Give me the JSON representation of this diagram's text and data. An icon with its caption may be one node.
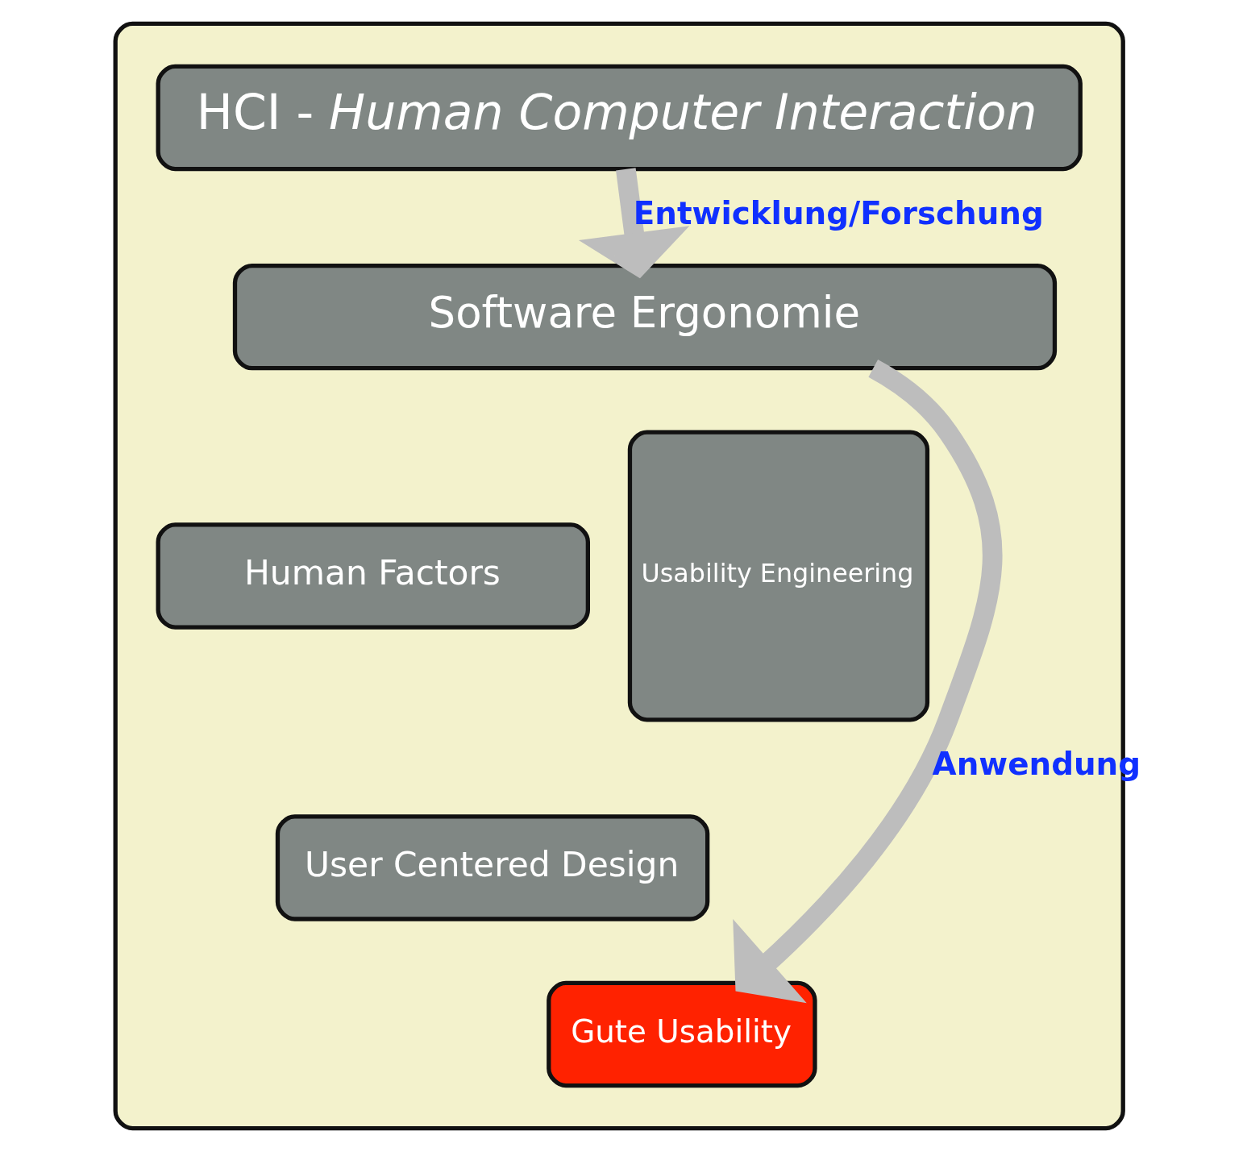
{
  "diagram": {
    "nodes": [
      {
        "text": [],
        "shape": "box"
      },
      {
        "text": [
          "HCI - *Human Computer Interaction*"
        ],
        "in": 0
      },
      {
        "text": [
          "Software Ergonomie"
        ],
        "in": 0
      },
      {
        "text": [
          "Human Factors"
        ],
        "in": 0
      },
      {
        "text": [
          "User Centered Design"
        ],
        "in": 0
      },
      {
        "text": [
          "Usability Engineering"
        ],
        "in": 0
      },
      {
        "text": [
          "Gute Usability"
        ],
        "in": 0
      }
    ],
    "edges": [
      {
        "from": 1,
        "to": 2,
        "arrow": "to",
        "label": "Entwicklung/Forschung"
      },
      {
        "from": 2,
        "to": 6,
        "arrow": "to",
        "label": "Anwendung"
      }
    ]
  }
}
